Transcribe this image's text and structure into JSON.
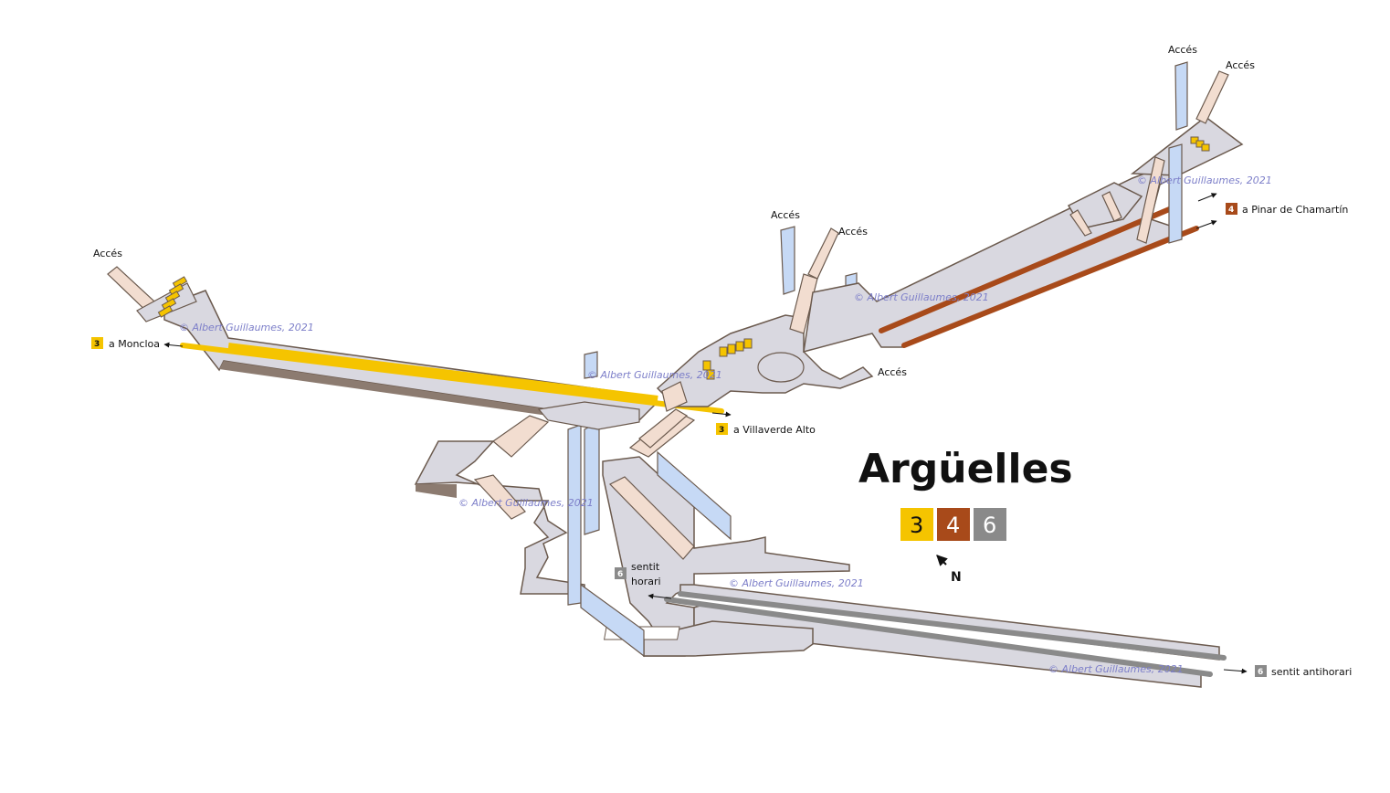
{
  "station": {
    "name": "Argüelles",
    "lines": [
      {
        "number": "3",
        "color": "#f5c400",
        "text_color": "#111111"
      },
      {
        "number": "4",
        "color": "#a84a1a",
        "text_color": "#ffffff"
      },
      {
        "number": "6",
        "color": "#8a8a8a",
        "text_color": "#ffffff"
      }
    ]
  },
  "north_label": "N",
  "access_label": "Accés",
  "watermark": "© Albert Guillaumes, 2021",
  "directions": {
    "moncloa": {
      "line": "3",
      "text": "a Moncloa"
    },
    "villaverde": {
      "line": "3",
      "text": "a Villaverde Alto"
    },
    "chamartin": {
      "line": "4",
      "text": "a Pinar de Chamartín"
    },
    "horari": {
      "line": "6",
      "text_line1": "sentit",
      "text_line2": "horari"
    },
    "antihorari": {
      "line": "6",
      "text": "sentit antihorari"
    }
  },
  "colors": {
    "platform": "#d9d8e0",
    "platform_edge": "#6b5a4e",
    "stair": "#f2ddd0",
    "elevator": "#c6d9f5",
    "escalator": "#f5c400",
    "line3": "#f5c400",
    "line4": "#a84a1a",
    "line6": "#8a8a8a",
    "watermark": "#7d7fc9"
  }
}
